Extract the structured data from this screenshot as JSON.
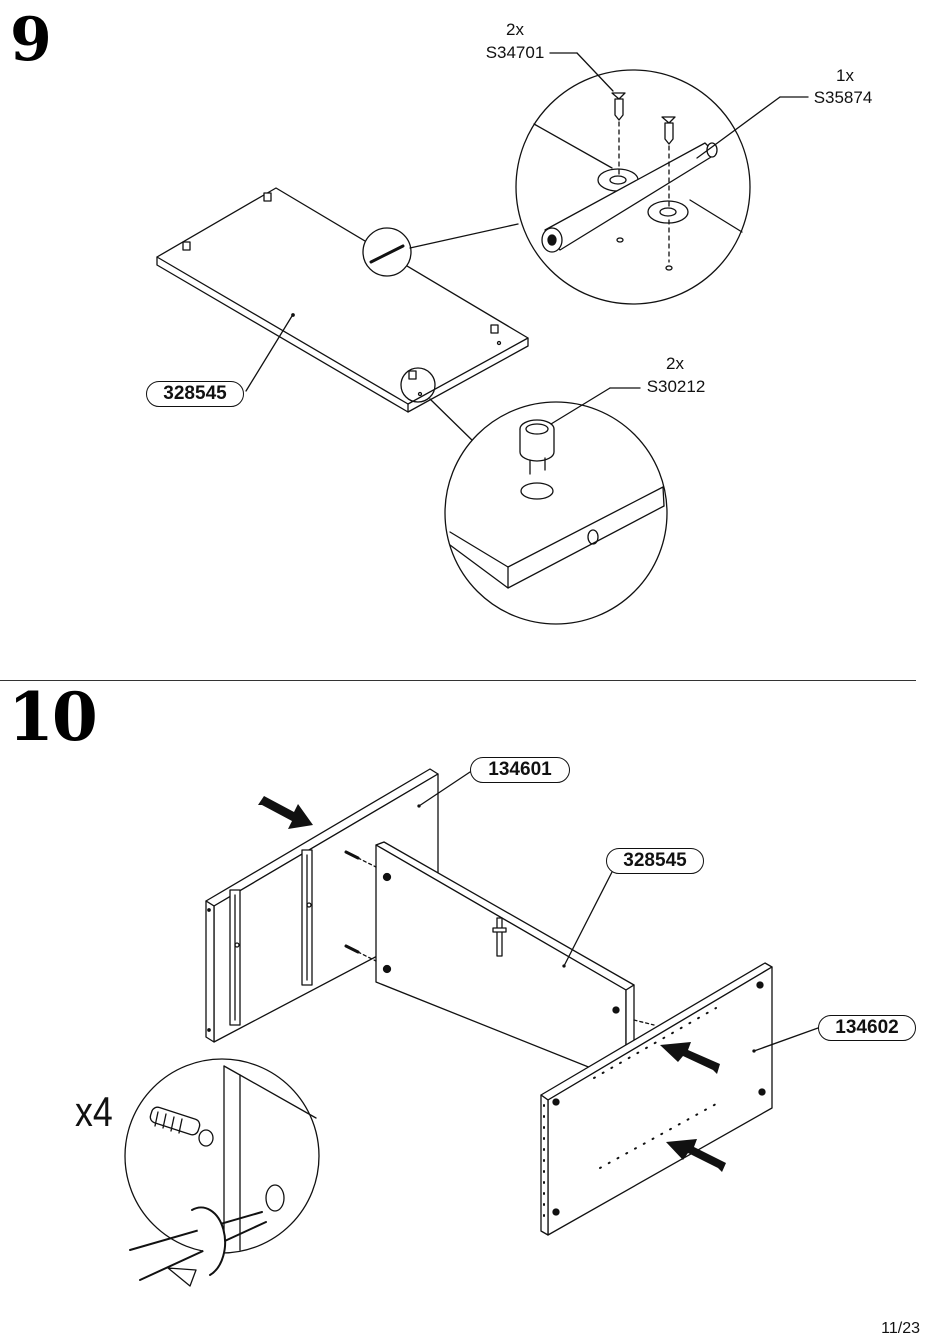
{
  "steps": {
    "step9": "9",
    "step10": "10"
  },
  "step9": {
    "screw_qty": "2x",
    "screw_code": "S34701",
    "damper_qty": "1x",
    "damper_code": "S35874",
    "cam_qty": "2x",
    "cam_code": "S30212",
    "panel_code": "328545"
  },
  "step10": {
    "side_left_code": "134601",
    "back_panel_code": "328545",
    "side_right_code": "134602",
    "multiplier": "x4"
  },
  "footer": {
    "page": "11/23"
  }
}
